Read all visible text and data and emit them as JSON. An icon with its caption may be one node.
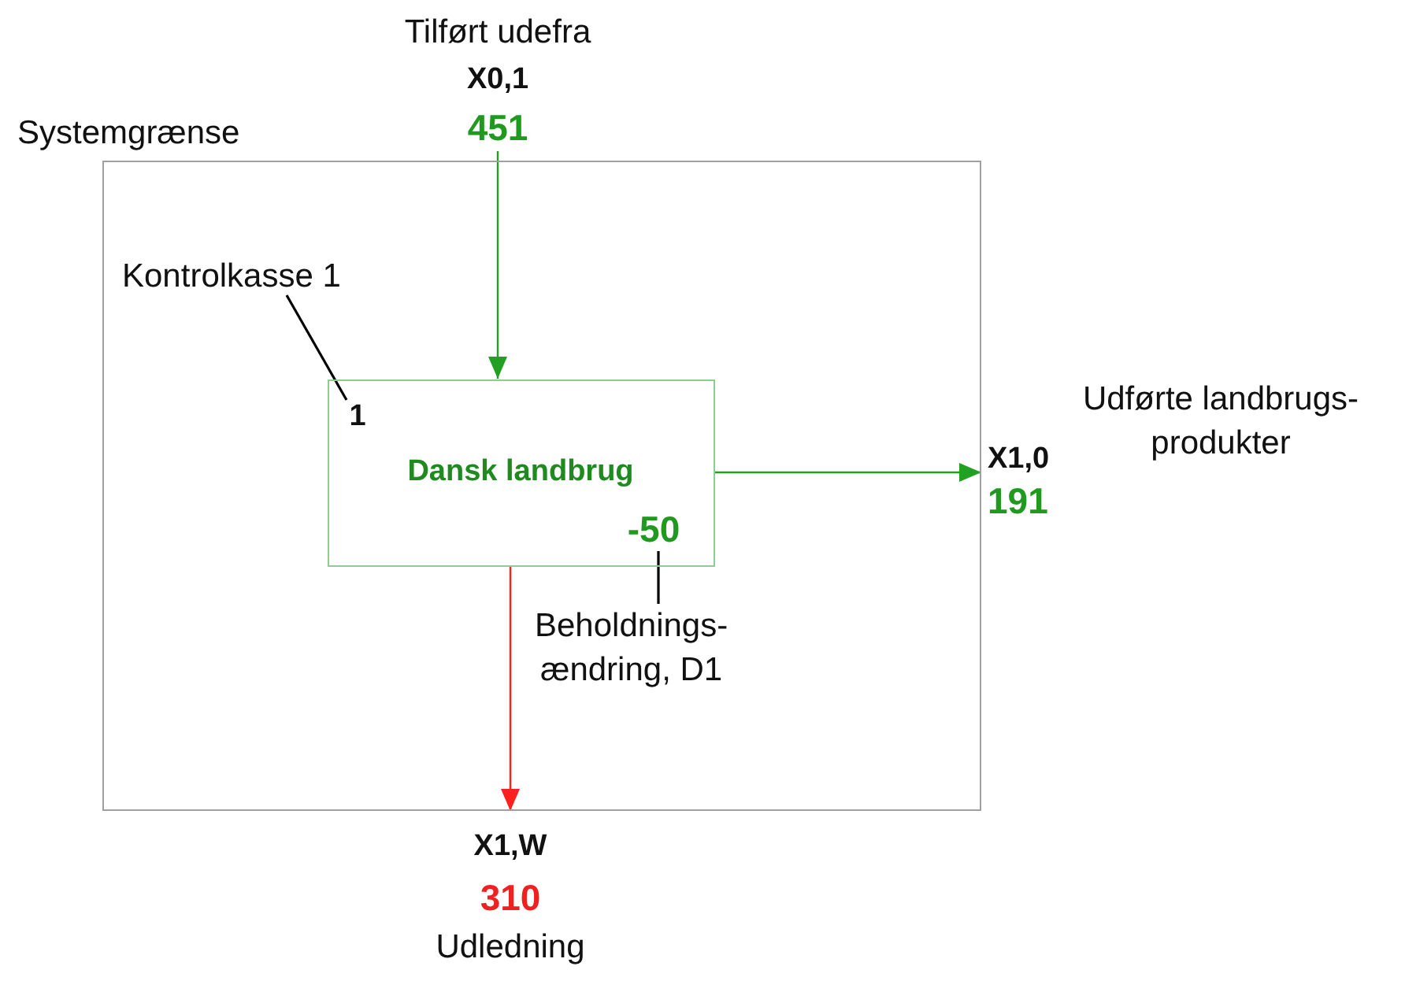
{
  "diagram": {
    "nodes": [
      {
        "text": [
          "Systemgrænse"
        ]
      },
      {
        "text": [
          "Dansk landbrug"
        ],
        "in": 0
      },
      {
        "text": [
          "1"
        ],
        "in": 1
      },
      {
        "text": [
          "-50"
        ],
        "in": 1
      },
      {
        "text": [
          "Kontrolkasse 1"
        ],
        "in": 0
      },
      {
        "text": [
          "Beholdnings- ændring, D1"
        ],
        "in": 0
      },
      {
        "text": [
          "Tilført udefra",
          "X0,1",
          "451"
        ]
      },
      {
        "text": [
          "X1,0",
          "191"
        ],
        "beside": [
          "Udførte landbrugs- produkter"
        ]
      },
      {
        "text": [
          "X1,W",
          "310",
          "Udledning"
        ]
      }
    ],
    "edges": [
      {
        "from": 6,
        "to": 1,
        "arrow": "to",
        "color": "#22a022"
      },
      {
        "from": 1,
        "to": 7,
        "arrow": "to",
        "color": "#22a022"
      },
      {
        "from": 1,
        "to": 8,
        "arrow": "to",
        "color": "#ff2020"
      },
      {
        "from": 4,
        "to": 2,
        "arrow": "none",
        "color": "#000000"
      },
      {
        "from": 5,
        "to": 3,
        "arrow": "none",
        "color": "#000000"
      }
    ]
  }
}
